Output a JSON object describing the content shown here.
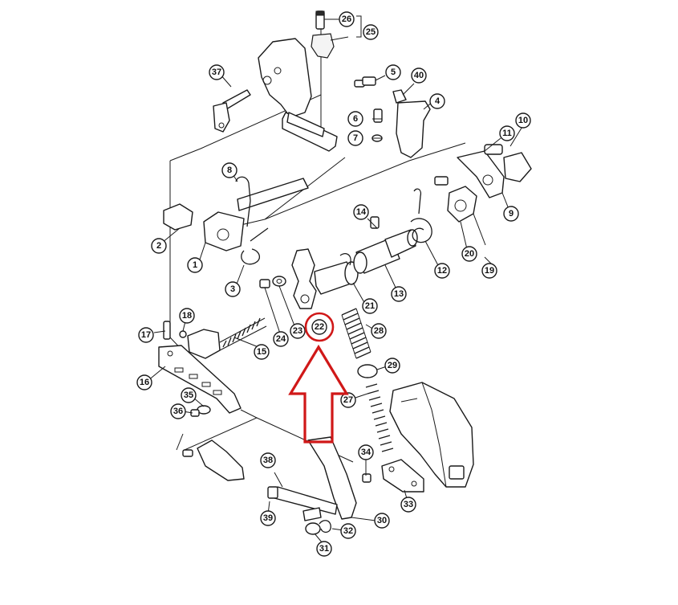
{
  "diagram": {
    "callouts": [
      "1",
      "2",
      "3",
      "4",
      "5",
      "6",
      "7",
      "8",
      "9",
      "10",
      "11",
      "12",
      "13",
      "14",
      "15",
      "16",
      "17",
      "18",
      "19",
      "20",
      "21",
      "22",
      "23",
      "24",
      "25",
      "26",
      "27",
      "28",
      "29",
      "30",
      "31",
      "32",
      "33",
      "34",
      "35",
      "36",
      "37",
      "38",
      "39",
      "40"
    ],
    "highlighted_part": "22",
    "highlight_color": "#d01818",
    "line_color": "#1a1a1a"
  }
}
